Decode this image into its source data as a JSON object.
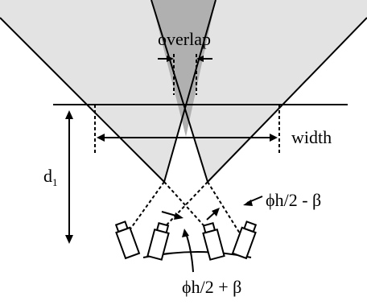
{
  "labels": {
    "overlap": "overlap",
    "width": "width",
    "distance": "d",
    "distance_subscript": "1",
    "angle_minus": "ϕh/2 - β",
    "angle_plus": "ϕh/2 + β"
  },
  "colors": {
    "light_cone": "#e3e3e3",
    "dark_overlap": "#b0b0b0",
    "stroke": "#000000",
    "background": "#ffffff"
  }
}
